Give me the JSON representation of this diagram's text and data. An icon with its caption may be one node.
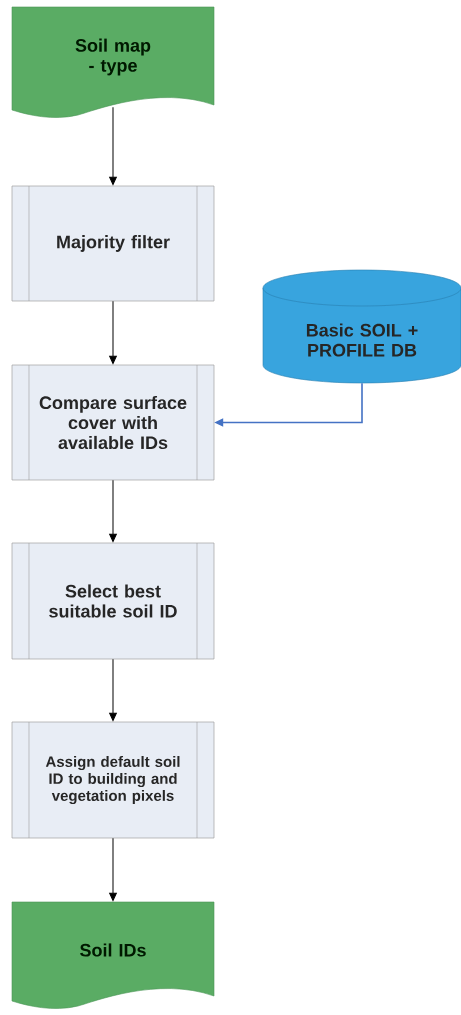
{
  "diagram": {
    "nodes": [
      {
        "text": [
          "Soil map - type"
        ]
      },
      {
        "text": [
          "Majority filter"
        ]
      },
      {
        "text": [
          "Basic SOIL + PROFILE DB"
        ]
      },
      {
        "text": [
          "Compare surface cover with available IDs"
        ]
      },
      {
        "text": [
          "Select best suitable soil ID"
        ]
      },
      {
        "text": [
          "Assign default soil ID to building and vegetation pixels"
        ]
      },
      {
        "text": [
          "Soil IDs"
        ]
      }
    ],
    "edges": [
      {
        "from": 0,
        "to": 1,
        "arrow": "to"
      },
      {
        "from": 1,
        "to": 3,
        "arrow": "to"
      },
      {
        "from": 2,
        "to": 3,
        "arrow": "to",
        "color": "#4472c4"
      },
      {
        "from": 3,
        "to": 4,
        "arrow": "to"
      },
      {
        "from": 4,
        "to": 5,
        "arrow": "to"
      },
      {
        "from": 5,
        "to": 6,
        "arrow": "to"
      }
    ]
  }
}
